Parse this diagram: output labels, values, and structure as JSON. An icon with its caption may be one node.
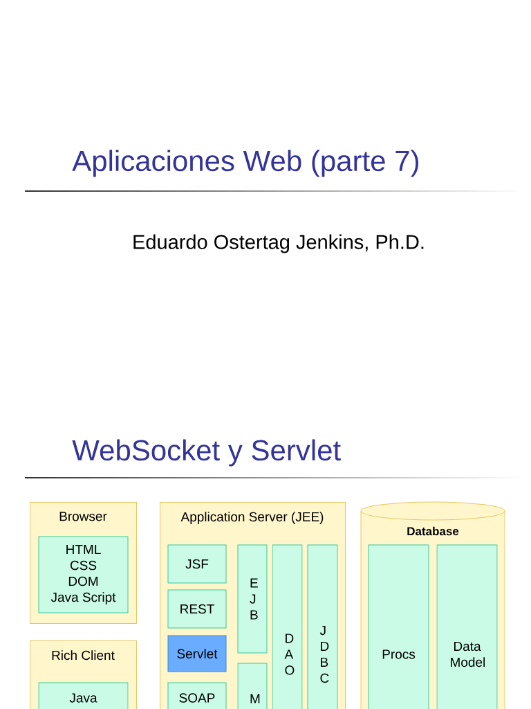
{
  "diagram": {
    "nodes": [
      {
        "text": [
          "Browser"
        ]
      },
      {
        "text": [
          "HTML",
          "CSS",
          "DOM",
          "Java Script"
        ],
        "in": 0
      },
      {
        "text": [
          "Rich Client"
        ]
      },
      {
        "text": [
          "Java"
        ],
        "in": 2
      },
      {
        "text": [
          "Application Server (JEE)"
        ]
      },
      {
        "text": [
          "JSF"
        ],
        "in": 4
      },
      {
        "text": [
          "REST"
        ],
        "in": 4
      },
      {
        "text": [
          "Servlet"
        ],
        "in": 4
      },
      {
        "text": [
          "SOAP"
        ],
        "in": 4
      },
      {
        "text": [
          "E J B"
        ],
        "in": 4
      },
      {
        "text": [
          "M"
        ],
        "in": 4
      },
      {
        "text": [
          "D A O"
        ],
        "in": 4
      },
      {
        "text": [
          "J D B C"
        ],
        "in": 4
      },
      {
        "text": [
          "Database"
        ]
      },
      {
        "text": [
          "Procs"
        ],
        "in": 13
      },
      {
        "text": [
          "Data Model"
        ],
        "in": 13
      }
    ],
    "labels": [
      "Aplicaciones Web (parte 7)",
      "Eduardo Ostertag Jenkins, Ph.D.",
      "WebSocket y Servlet"
    ]
  }
}
